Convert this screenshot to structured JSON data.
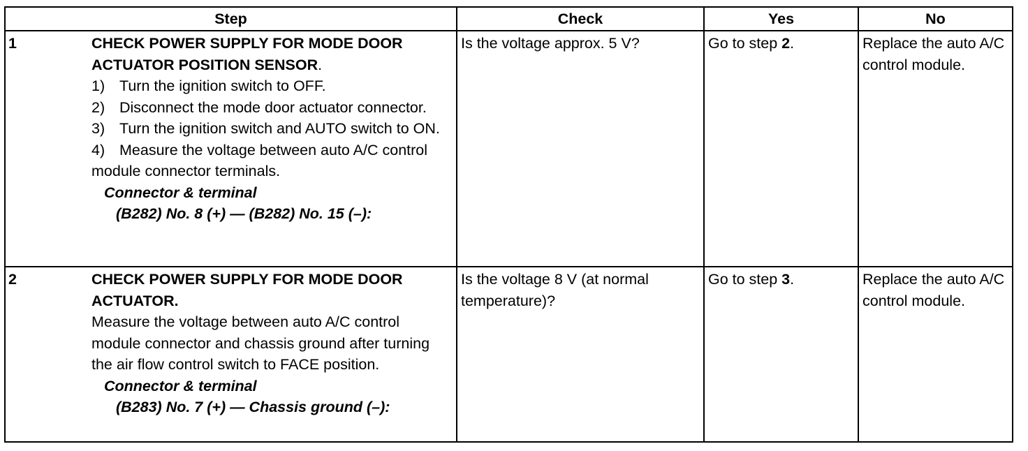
{
  "headers": {
    "step": "Step",
    "check": "Check",
    "yes": "Yes",
    "no": "No"
  },
  "rows": [
    {
      "number": "1",
      "title": "CHECK POWER SUPPLY FOR MODE DOOR ACTUATOR POSITION SENSOR",
      "title_suffix": ".",
      "instructions": [
        {
          "num": "1)",
          "text": "Turn the ignition switch to OFF."
        },
        {
          "num": "2)",
          "text": "Disconnect the mode door actuator connector."
        },
        {
          "num": "3)",
          "text": "Turn the ignition switch and AUTO switch to ON."
        },
        {
          "num": "4)",
          "text": "Measure the voltage between auto A/C control module connector terminals."
        }
      ],
      "connector_label": "Connector & terminal",
      "connector_value": "(B282) No. 8 (+) — (B282) No. 15 (–):",
      "check": "Is the voltage approx. 5 V?",
      "yes_prefix": "Go to step ",
      "yes_step": "2",
      "yes_suffix": ".",
      "no": "Replace the auto A/C control module."
    },
    {
      "number": "2",
      "title": "CHECK POWER SUPPLY FOR MODE DOOR ACTUATOR.",
      "description": "Measure the voltage between auto A/C control module connector and chassis ground after turning the air flow control switch to FACE position.",
      "connector_label": "Connector & terminal",
      "connector_value": "(B283) No. 7 (+) — Chassis ground (–):",
      "check": "Is the voltage 8 V (at normal temperature)?",
      "yes_prefix": "Go to step ",
      "yes_step": "3",
      "yes_suffix": ".",
      "no": "Replace the auto A/C control module."
    }
  ]
}
